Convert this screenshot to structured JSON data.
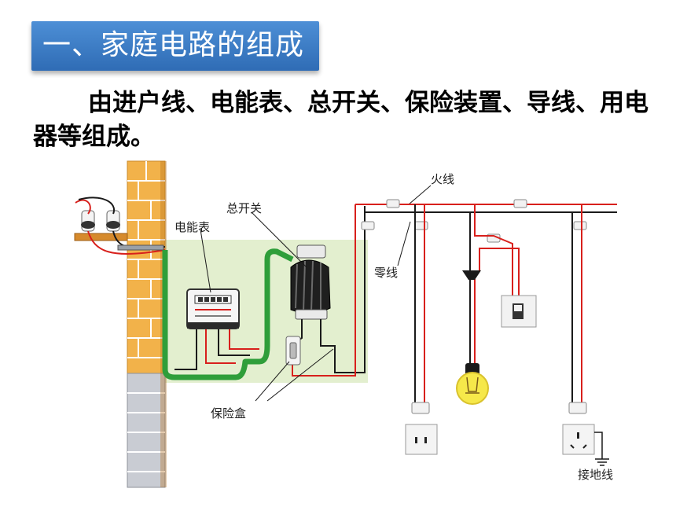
{
  "title": "一、家庭电路的组成",
  "intro_text": "由进户线、电能表、总开关、保险装置、导线、用电器等组成。",
  "diagram": {
    "labels": {
      "meter": "电能表",
      "main_switch": "总开关",
      "fuse_box": "保险盒",
      "live_wire": "火线",
      "neutral_wire": "零线",
      "ground_wire": "接地线"
    }
  },
  "colors": {
    "banner": "#3b7cc6",
    "live": "#d8201c",
    "neutral": "#1a1a1a",
    "incoming_wire": "#2f9e3a",
    "wall_brick": "#f2b24a",
    "wall_stone": "#c9ccd3",
    "panel_bg": "#e3efcf"
  }
}
